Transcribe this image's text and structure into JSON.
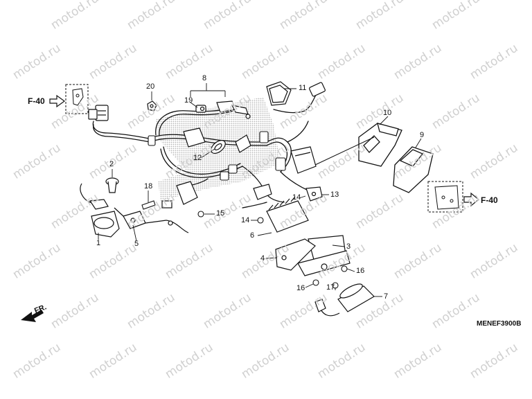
{
  "watermark": "motod.ru",
  "diagram_code": "MENEF3900B",
  "front_marker": "FR.",
  "ref_left": "F-40",
  "ref_right": "F-40",
  "callouts": {
    "c1": "1",
    "c2": "2",
    "c3": "3",
    "c4": "4",
    "c5": "5",
    "c6": "6",
    "c7": "7",
    "c8": "8",
    "c9": "9",
    "c10": "10",
    "c11": "11",
    "c12": "12",
    "c13": "13",
    "c14a": "14",
    "c14b": "14",
    "c15": "15",
    "c16a": "16",
    "c16b": "16",
    "c17": "17",
    "c18": "18",
    "c19": "19",
    "c20": "20"
  }
}
